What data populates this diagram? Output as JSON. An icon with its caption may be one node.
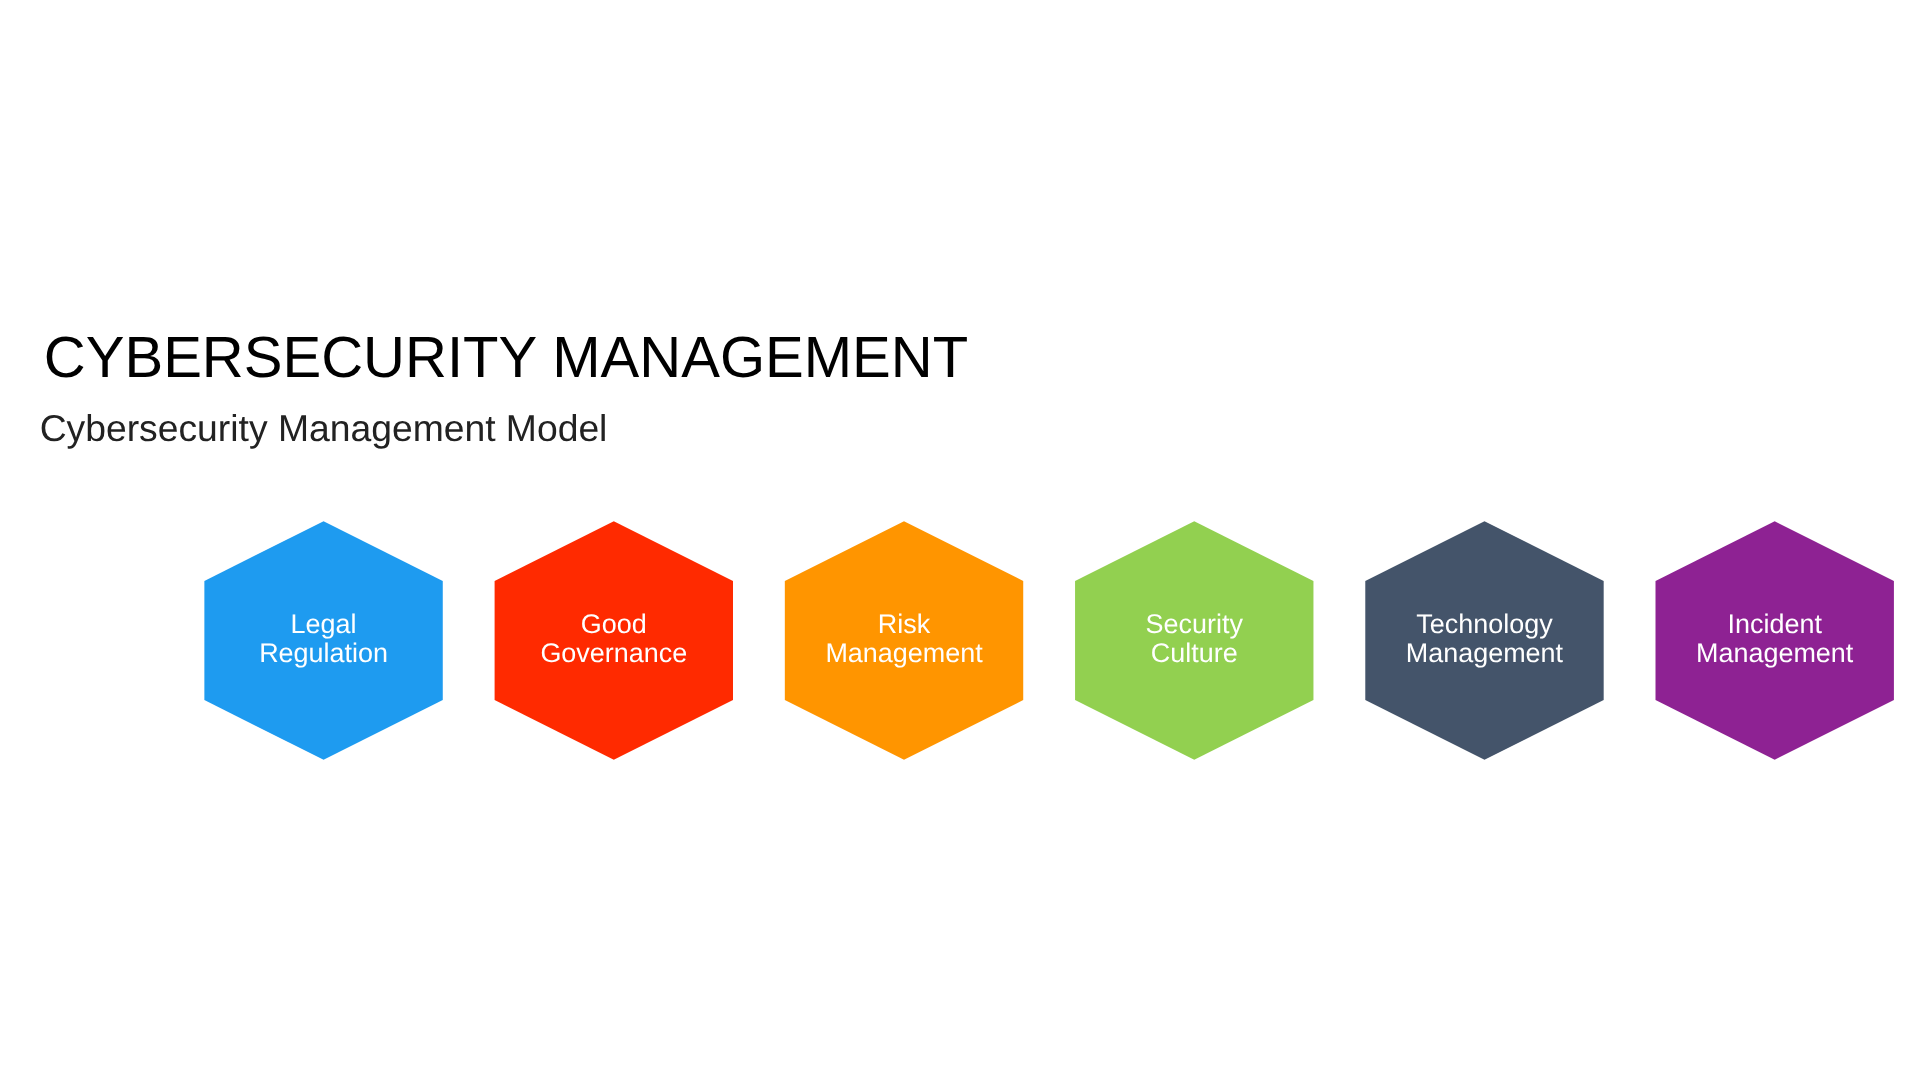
{
  "diagram": {
    "title": "CYBERSECURITY MANAGEMENT",
    "nodes": [
      {
        "text": [
          "Legal Regulation"
        ]
      },
      {
        "text": [
          "Good Governance"
        ]
      },
      {
        "text": [
          "Risk Management"
        ]
      },
      {
        "text": [
          "Security Culture"
        ]
      },
      {
        "text": [
          "Technology Management"
        ]
      },
      {
        "text": [
          "Incident Management"
        ]
      }
    ],
    "labels": [
      "Cybersecurity Management Model"
    ]
  }
}
